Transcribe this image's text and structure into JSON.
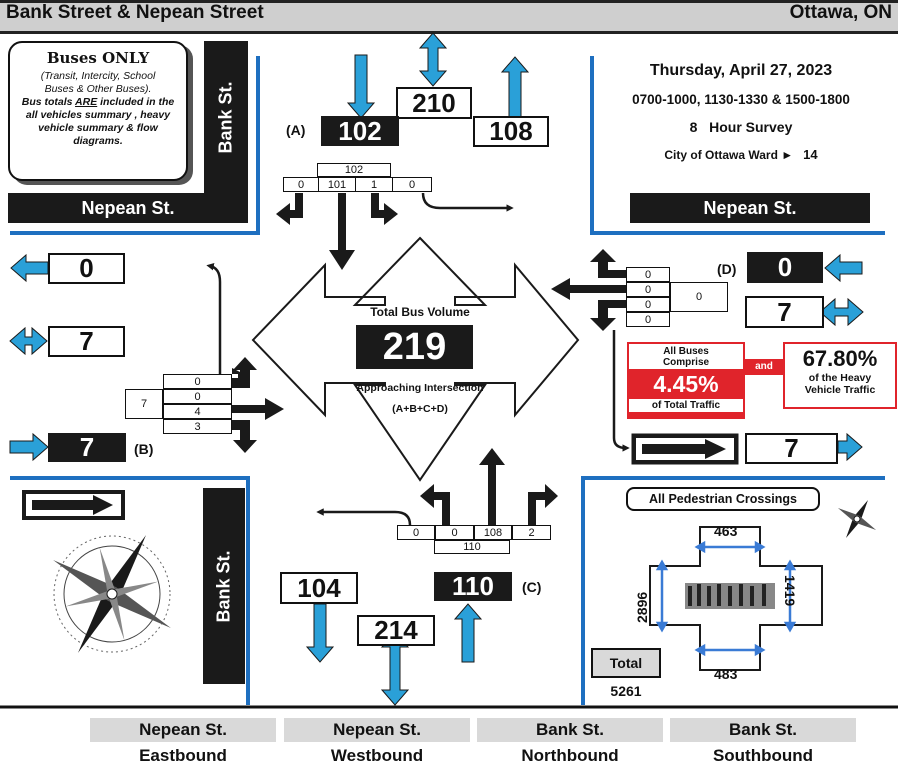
{
  "header": {
    "title": "Bank Street & Nepean Street",
    "city": "Ottawa, ON"
  },
  "info_box": {
    "title": "Buses ONLY",
    "line1": "(Transit, Intercity, School",
    "line2": "Buses & Other Buses).",
    "line3_pre": "Bus totals ",
    "line3_em": "ARE",
    "line3_post": " included in the",
    "line4": "all vehicles summary , heavy",
    "line5": "vehicle summary &  flow",
    "line6": "diagrams."
  },
  "survey": {
    "date": "Thursday, April 27, 2023",
    "times": "0700-1000, 1130-1330 & 1500-1800",
    "hours": "8",
    "hours_label": "Hour Survey",
    "ward_label": "City of Ottawa Ward ►",
    "ward": "14"
  },
  "streets": {
    "bank": "Bank St.",
    "nepean": "Nepean St."
  },
  "north": {
    "label": "(A)",
    "approach": "102",
    "total": "210",
    "depart": "108",
    "cells": {
      "total": "102",
      "u": "0",
      "right": "101",
      "through": "1",
      "left": "0"
    }
  },
  "west": {
    "label": "(B)",
    "depart": "0",
    "total": "7",
    "approach": "7",
    "cells": {
      "total": "7",
      "u": "0",
      "right": "0",
      "through": "4",
      "left": "3"
    }
  },
  "south": {
    "label": "(C)",
    "depart": "104",
    "total": "214",
    "approach": "110",
    "cells": {
      "total": "110",
      "u": "0",
      "left": "0",
      "through": "108",
      "right": "2"
    }
  },
  "east": {
    "label": "(D)",
    "approach": "0",
    "total": "7",
    "depart": "7",
    "cells": {
      "total": "0",
      "u": "0",
      "right": "0",
      "through": "0",
      "left": "0"
    }
  },
  "center": {
    "label_top": "Total Bus Volume",
    "total": "219",
    "label_bot": "Approaching Intersection",
    "label_sub": "(A+B+C+D)"
  },
  "stats": {
    "all_buses": "All Buses",
    "comprise": "Comprise",
    "pct_total": "4.45%",
    "of_total": "of Total Traffic",
    "and": "and",
    "pct_heavy": "67.80%",
    "of_heavy1": "of the Heavy",
    "of_heavy2": "Vehicle Traffic"
  },
  "pedestrians": {
    "title": "All Pedestrian Crossings",
    "north": "463",
    "south": "483",
    "west": "2896",
    "east": "1419",
    "total_label": "Total",
    "total": "5261"
  },
  "footer": [
    {
      "street": "Nepean St.",
      "dir": "Eastbound"
    },
    {
      "street": "Nepean St.",
      "dir": "Westbound"
    },
    {
      "street": "Bank St.",
      "dir": "Northbound"
    },
    {
      "street": "Bank St.",
      "dir": "Southbound"
    }
  ],
  "colors": {
    "blue": "#2aa0d8",
    "red": "#e0242b",
    "dark": "#1a1a1a"
  }
}
